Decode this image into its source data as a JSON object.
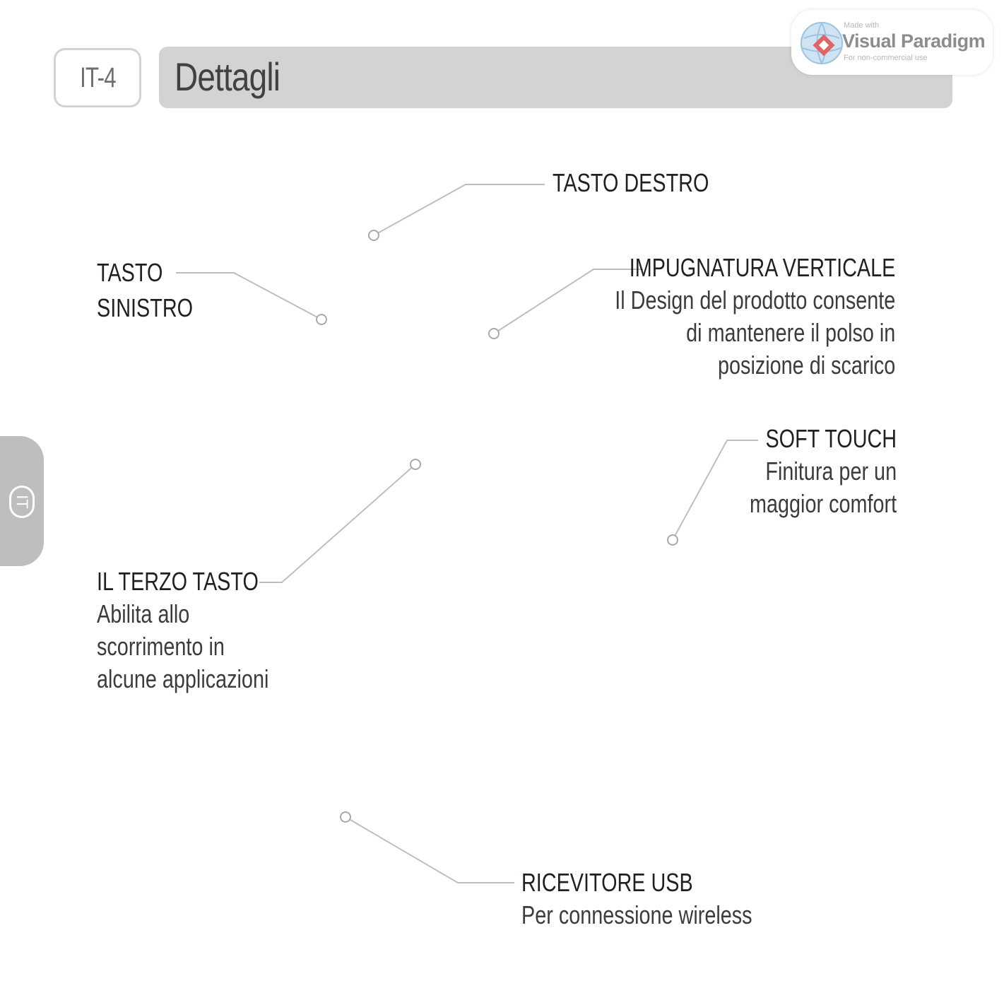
{
  "header": {
    "page_code": "IT-4",
    "title": "Dettagli"
  },
  "watermark": {
    "made_with": "Made with",
    "brand": "Visual Paradigm",
    "note": "For non-commercial use"
  },
  "side_tab": {
    "language": "IT"
  },
  "callouts": {
    "tasto_destro": {
      "title": "TASTO DESTRO"
    },
    "tasto_sinistro": {
      "title_line1": "TASTO",
      "title_line2": "SINISTRO"
    },
    "impugnatura": {
      "title": "IMPUGNATURA VERTICALE",
      "desc_line1": "Il Design del prodotto consente",
      "desc_line2": "di mantenere il polso in",
      "desc_line3": "posizione di scarico"
    },
    "soft_touch": {
      "title": "SOFT TOUCH",
      "desc_line1": "Finitura per un",
      "desc_line2": "maggior comfort"
    },
    "terzo_tasto": {
      "title": "IL TERZO TASTO",
      "desc_line1": "Abilita allo",
      "desc_line2": "scorrimento in",
      "desc_line3": "alcune applicazioni"
    },
    "ricevitore": {
      "title": "RICEVITORE USB",
      "desc_line1": "Per connessione wireless"
    }
  },
  "colors": {
    "leader_line": "#bcbec0",
    "title_bar": "#d1d3d4",
    "side_tab": "#bcbec0",
    "text": "#231f20"
  }
}
